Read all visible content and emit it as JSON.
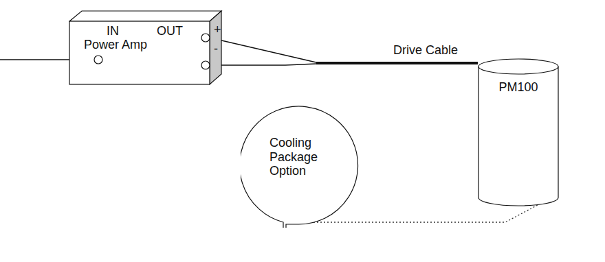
{
  "diagram": {
    "nodes": [
      {
        "text": [
          "IN",
          "OUT",
          "+",
          "Power Amp",
          "-"
        ]
      },
      {
        "text": [
          "PM100"
        ]
      },
      {
        "text": [
          "Cooling Package Option"
        ]
      }
    ],
    "edges": [
      {
        "from": 0,
        "to": 1,
        "arrow": "none",
        "label": "Drive Cable"
      },
      {
        "from": 2,
        "to": 1,
        "arrow": "none"
      }
    ]
  }
}
